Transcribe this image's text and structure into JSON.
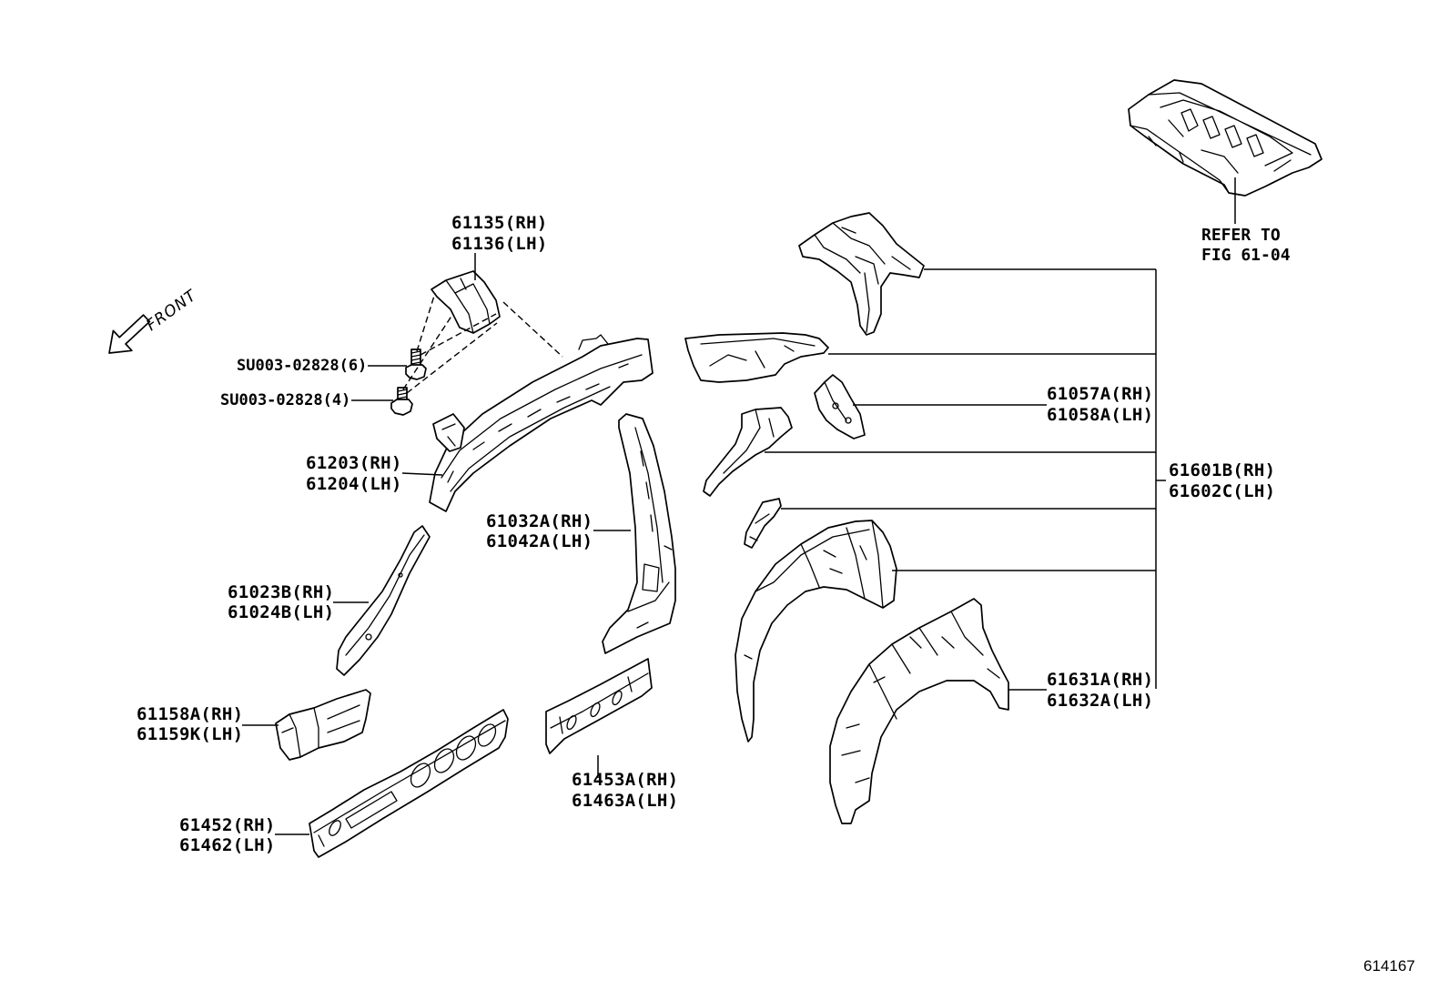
{
  "colors": {
    "line": "#000000",
    "background": "#ffffff"
  },
  "diagram": {
    "front_label": "FRONT",
    "figure_code": "614167",
    "refer": {
      "line1": "REFER TO",
      "line2": "FIG 61-04"
    },
    "fasteners": [
      {
        "label": "SU003-02828(6)"
      },
      {
        "label": "SU003-02828(4)"
      }
    ],
    "callouts": [
      {
        "rh": "61135(RH)",
        "lh": "61136(LH)"
      },
      {
        "rh": "61203(RH)",
        "lh": "61204(LH)"
      },
      {
        "rh": "61032A(RH)",
        "lh": "61042A(LH)"
      },
      {
        "rh": "61023B(RH)",
        "lh": "61024B(LH)"
      },
      {
        "rh": "61158A(RH)",
        "lh": "61159K(LH)"
      },
      {
        "rh": "61452(RH)",
        "lh": "61462(LH)"
      },
      {
        "rh": "61453A(RH)",
        "lh": "61463A(LH)"
      },
      {
        "rh": "61057A(RH)",
        "lh": "61058A(LH)"
      },
      {
        "rh": "61601B(RH)",
        "lh": "61602C(LH)"
      },
      {
        "rh": "61631A(RH)",
        "lh": "61632A(LH)"
      }
    ]
  }
}
